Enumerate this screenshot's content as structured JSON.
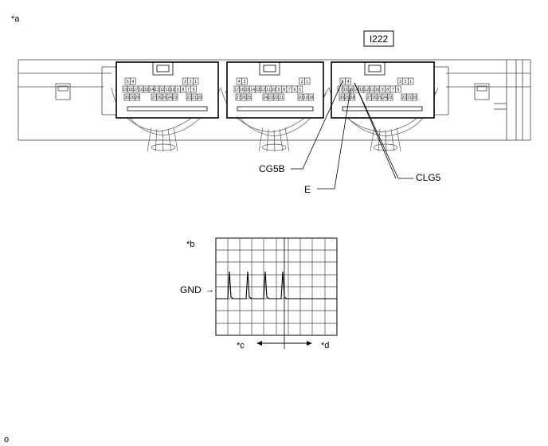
{
  "labels": {
    "a": "*a",
    "b": "*b",
    "c": "*c",
    "d": "*d",
    "connector_id": "I222",
    "gnd": "GND",
    "gnd_arrow": "→",
    "cg5b": "CG5B",
    "e": "E",
    "clg5": "CLG5",
    "corner": "o"
  },
  "connectors": [
    {
      "top_left": [
        "5",
        "4"
      ],
      "top_right": [
        "3",
        "2",
        "1"
      ],
      "row2_left": [
        "19",
        "18",
        "17",
        "16",
        "15",
        "14",
        "13",
        "12",
        "11",
        "10",
        "9",
        "8",
        "7",
        "6"
      ],
      "row3_left": [
        "30",
        "29",
        "28"
      ],
      "row3_mid": [
        "27",
        "26",
        "25",
        "24",
        "23"
      ],
      "row3_right": [
        "22",
        "21",
        "20"
      ]
    },
    {
      "top_left": [
        "4",
        "3"
      ],
      "top_right": [
        "2",
        "1"
      ],
      "row2_left": [
        "17",
        "16",
        "15",
        "14",
        "13",
        "12",
        "11",
        "10",
        "9",
        "8",
        "7",
        "6",
        "5"
      ],
      "row3_left": [
        "27",
        "26",
        "25"
      ],
      "row3_mid": [
        "24",
        "23",
        "22",
        "21"
      ],
      "row3_right": [
        "20",
        "19",
        "18"
      ]
    },
    {
      "top_left": [
        "5",
        "4"
      ],
      "top_right": [
        "3",
        "2",
        "1"
      ],
      "row2_left": [
        "17",
        "16",
        "15",
        "14",
        "13",
        "12",
        "11",
        "10",
        "9",
        "8",
        "7",
        "6"
      ],
      "row3_left": [
        "30",
        "29",
        "28"
      ],
      "row3_mid": [
        "27",
        "26",
        "25",
        "24",
        "23"
      ],
      "row3_right": [
        "22",
        "21",
        "20"
      ]
    }
  ]
}
